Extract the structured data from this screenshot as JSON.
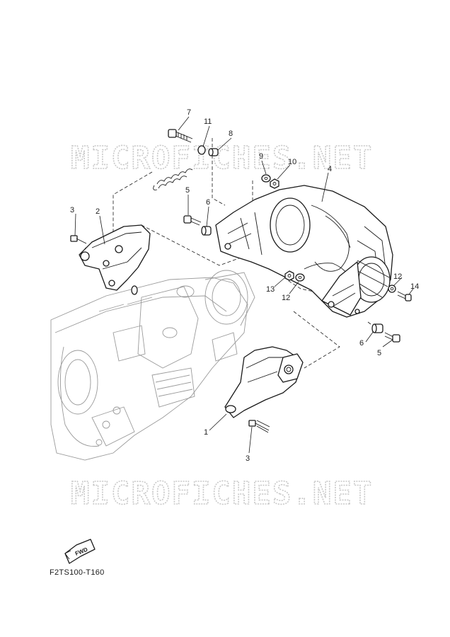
{
  "watermark": {
    "text_top": "MICROFICHES.NET",
    "text_bottom": "MICROFICHES.NET"
  },
  "callouts": {
    "n1": "1",
    "n2": "2",
    "n3a": "3",
    "n3b": "3",
    "n4": "4",
    "n5a": "5",
    "n5b": "5",
    "n6a": "6",
    "n6b": "6",
    "n7": "7",
    "n8": "8",
    "n9": "9",
    "n10": "10",
    "n11": "11",
    "n12a": "12",
    "n12b": "12",
    "n13": "13",
    "n14": "14"
  },
  "fwd_label": "FWD",
  "diagram_code": "F2TS100-T160"
}
